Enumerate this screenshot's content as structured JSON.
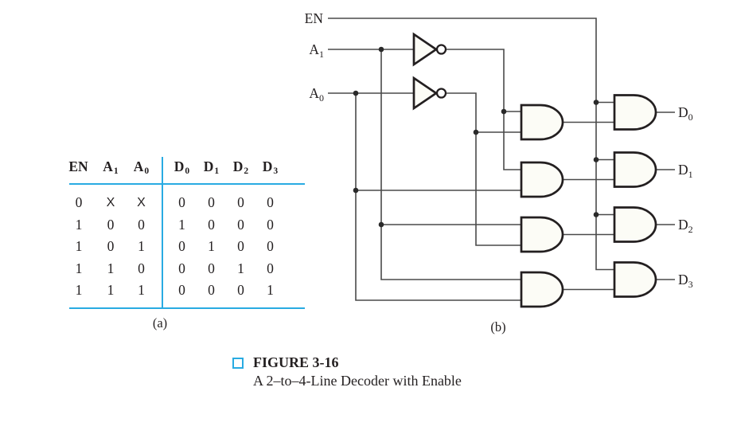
{
  "table": {
    "headers": [
      {
        "b": "EN",
        "s": ""
      },
      {
        "b": "A",
        "s": "1"
      },
      {
        "b": "A",
        "s": "0"
      },
      {
        "b": "D",
        "s": "0"
      },
      {
        "b": "D",
        "s": "1"
      },
      {
        "b": "D",
        "s": "2"
      },
      {
        "b": "D",
        "s": "3"
      }
    ],
    "rows": [
      {
        "cells": [
          "0",
          "X",
          "X",
          "0",
          "0",
          "0",
          "0"
        ]
      },
      {
        "cells": [
          "1",
          "0",
          "0",
          "1",
          "0",
          "0",
          "0"
        ]
      },
      {
        "cells": [
          "1",
          "0",
          "1",
          "0",
          "1",
          "0",
          "0"
        ]
      },
      {
        "cells": [
          "1",
          "1",
          "0",
          "0",
          "0",
          "1",
          "0"
        ]
      },
      {
        "cells": [
          "1",
          "1",
          "1",
          "0",
          "0",
          "0",
          "1"
        ]
      }
    ],
    "label": "(a)"
  },
  "circuit": {
    "inputs": [
      {
        "b": "EN",
        "s": ""
      },
      {
        "b": "A",
        "s": "1"
      },
      {
        "b": "A",
        "s": "0"
      }
    ],
    "outputs": [
      {
        "b": "D",
        "s": "0"
      },
      {
        "b": "D",
        "s": "1"
      },
      {
        "b": "D",
        "s": "2"
      },
      {
        "b": "D",
        "s": "3"
      }
    ],
    "label": "(b)"
  },
  "caption": {
    "title": "FIGURE 3-16",
    "subtitle": "A 2–to–4-Line Decoder with Enable"
  },
  "colors": {
    "accent_cyan": "#29abe2",
    "wire_gray": "#4a4a4a",
    "ink": "#231f20"
  }
}
